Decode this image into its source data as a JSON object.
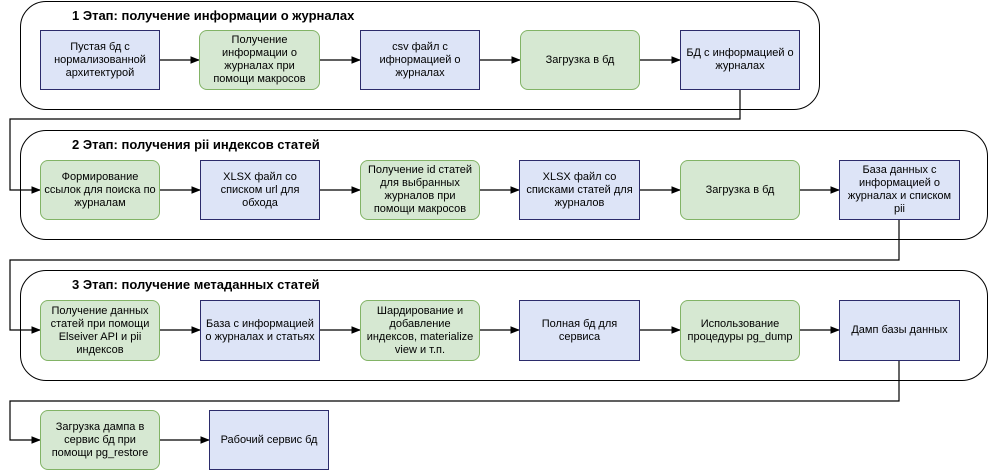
{
  "stages": [
    {
      "title": "1 Этап: получение информации о журналах"
    },
    {
      "title": "2 Этап: получения pii индексов статей"
    },
    {
      "title": "3 Этап: получение метаданных статей"
    }
  ],
  "nodes": [
    {
      "text": "Пустая бд с нормализованной архитектурой",
      "kind": "process-blue"
    },
    {
      "text": "Получение информации о журналах при помощи макросов",
      "kind": "process-green"
    },
    {
      "text": "csv файл с ифнормацией о журналах",
      "kind": "process-blue"
    },
    {
      "text": "Загрузка в бд",
      "kind": "process-green"
    },
    {
      "text": "БД с информацией о журналах",
      "kind": "process-blue"
    },
    {
      "text": "Формирование ссылок для поиска по журналам",
      "kind": "process-green"
    },
    {
      "text": "XLSX файл со списком url для обхода",
      "kind": "process-blue"
    },
    {
      "text": "Получение id статей для выбранных журналов при помощи макросов",
      "kind": "process-green"
    },
    {
      "text": "XLSX файл со списками статей для журналов",
      "kind": "process-blue"
    },
    {
      "text": "Загрузка в бд",
      "kind": "process-green"
    },
    {
      "text": "База данных с информацией о журналах и списком pii",
      "kind": "process-blue"
    },
    {
      "text": "Получение данных статей при помощи Elseiver API и pii индексов",
      "kind": "process-green"
    },
    {
      "text": "База с информацией о журналах и статьях",
      "kind": "process-blue"
    },
    {
      "text": "Шардирование и добавление индексов, materialize view и т.п.",
      "kind": "process-green"
    },
    {
      "text": "Полная бд для сервиса",
      "kind": "process-blue"
    },
    {
      "text": "Использование процедуры pg_dump",
      "kind": "process-green"
    },
    {
      "text": "Дамп базы данных",
      "kind": "process-blue"
    },
    {
      "text": "Загрузка дампа в сервис бд при помощи pg_restore",
      "kind": "process-green"
    },
    {
      "text": "Рабочий сервис бд",
      "kind": "process-blue"
    }
  ],
  "colors": {
    "blue_fill": "#dde4f7",
    "green_fill": "#d6e8d2",
    "green_stroke": "#82b366",
    "line": "#000000"
  }
}
